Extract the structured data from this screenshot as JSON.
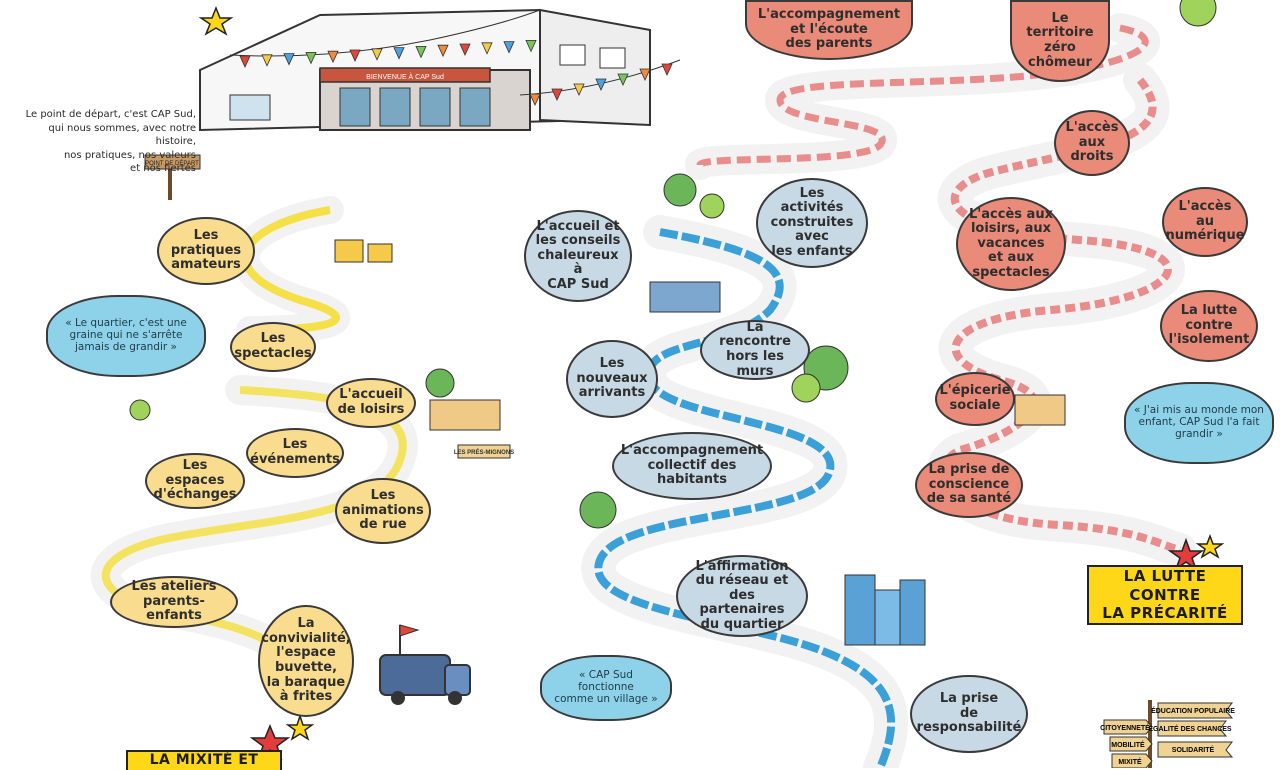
{
  "intro": {
    "text": "Le point de départ, c'est CAP Sud,\nqui nous sommes, avec notre histoire,\nnos pratiques, nos valeurs\net nos fiertés"
  },
  "building": {
    "banner": "BIENVENUE À CAP Sud",
    "start_sign": "POINT DE DÉPART"
  },
  "yellow_path": {
    "bubbles": [
      "Les\npratiques\namateurs",
      "Les\nspectacles",
      "L'accueil\nde loisirs",
      "Les\névénements",
      "Les espaces\nd'échanges",
      "Les\nanimations\nde rue",
      "Les ateliers\nparents-enfants",
      "La\nconvivialité,\nl'espace\nbuvette,\nla baraque\nà frites"
    ],
    "sign_les_pres": "LES PRÉS-MIGNONS",
    "bottom_sign": "LA MIXITÉ ET"
  },
  "blue_path": {
    "bubbles": [
      "L'accueil et\nles conseils\nchaleureux à\nCAP Sud",
      "Les activités\nconstruites\navec\nles enfants",
      "La rencontre\nhors les murs",
      "Les\nnouveaux\narrivants",
      "L'accompagnement\ncollectif des\nhabitants",
      "L'affirmation\ndu réseau et\ndes partenaires\ndu quartier",
      "La prise\nde\nresponsabilité"
    ]
  },
  "red_path": {
    "bubbles": [
      "L'accompagnement\net l'écoute\ndes parents",
      "Le\nterritoire\nzéro\nchômeur",
      "L'accès\naux\ndroits",
      "L'accès\nau\nnumérique",
      "L'accès aux\nloisirs, aux\nvacances\net aux\nspectacles",
      "La lutte\ncontre\nl'isolement",
      "L'épicerie\nsociale",
      "La prise de\nconscience\nde sa santé"
    ],
    "sign": "LA LUTTE CONTRE\nLA PRÉCARITÉ"
  },
  "quotes": {
    "quartier": "« Le quartier, c'est une\ngraine qui ne s'arrête\njamais de grandir »",
    "village": "« CAP Sud fonctionne\ncomme un village »",
    "enfant": "« J'ai mis au monde mon\nenfant, CAP Sud l'a fait\ngrandir »"
  },
  "signpost": {
    "left": [
      "CITOYENNETÉ",
      "MOBILITÉ",
      "MIXITÉ"
    ],
    "right": [
      "ÉDUCATION POPULAIRE",
      "ÉGALITÉ DES CHANCES",
      "SOLIDARITÉ"
    ]
  },
  "colors": {
    "yellow_road": "#f5e048",
    "blue_road": "#3b9fd8",
    "red_road": "#e56a6a",
    "bubble_yellow": "#f9dc8e",
    "bubble_blue": "#c7d9e4",
    "bubble_red": "#ea8a78",
    "quote_cloud": "#8ed2ea",
    "sign_yellow": "#ffd719"
  }
}
